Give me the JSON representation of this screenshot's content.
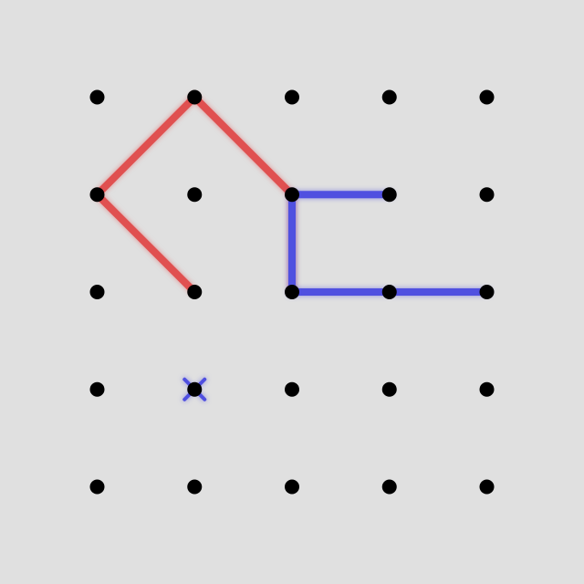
{
  "game": {
    "grid": {
      "rows": 5,
      "cols": 5
    },
    "colors": {
      "background": "#e0e0e0",
      "dot": "#000000",
      "red_player": "#e05050",
      "blue_player": "#5050e0"
    },
    "red_path": [
      [
        2,
        2
      ],
      [
        2,
        1
      ],
      [
        1,
        0
      ],
      [
        0,
        1
      ],
      [
        1,
        2
      ]
    ],
    "blue_segments": [
      [
        [
          2,
          2
        ],
        [
          4,
          2
        ]
      ],
      [
        [
          2,
          2
        ],
        [
          2,
          1
        ]
      ],
      [
        [
          2,
          1
        ],
        [
          3,
          1
        ]
      ]
    ],
    "blue_marker": {
      "type": "cross",
      "at": [
        1,
        3
      ]
    }
  }
}
